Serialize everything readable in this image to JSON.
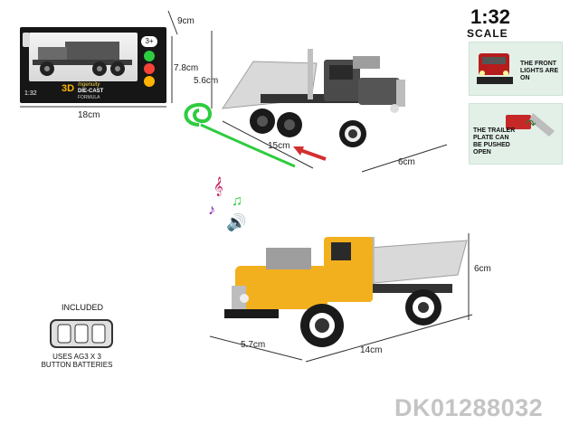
{
  "package": {
    "scale_label": "1:32",
    "brand_line1": "3D",
    "brand_line2": "Ingenuity",
    "brand_line3": "DIE-CAST",
    "brand_line4": "FORMULA",
    "age_badge": "3+",
    "width_label": "18cm",
    "height_label": "7.8cm",
    "depth_label": "9cm"
  },
  "scale": {
    "value": "1:32",
    "word": "SCALE"
  },
  "features": [
    {
      "text": "THE FRONT LIGHTS ARE ON"
    },
    {
      "text": "THE TRAILER PLATE CAN BE PUSHED OPEN"
    }
  ],
  "gray_truck": {
    "height_label": "5.6cm",
    "length_label": "15cm",
    "width_label": "6cm",
    "color": "#4a4a4a"
  },
  "yellow_truck": {
    "height_label": "6cm",
    "length_label": "14cm",
    "width_label": "5.7cm",
    "color": "#f2b01e"
  },
  "battery": {
    "included_label": "INCLUDED",
    "description": "USES AG3 X 3 BUTTON BATTERIES"
  },
  "product_code": "DK01288032",
  "icons": [
    "music-note-icon",
    "sound-speaker-icon",
    "pull-back-swirl-icon",
    "direction-arrow-icon",
    "rotate-arrow-icon"
  ],
  "colors": {
    "accent_green": "#2ecc40",
    "accent_red": "#d32f2f",
    "feature_bg": "#e2f0e8"
  }
}
